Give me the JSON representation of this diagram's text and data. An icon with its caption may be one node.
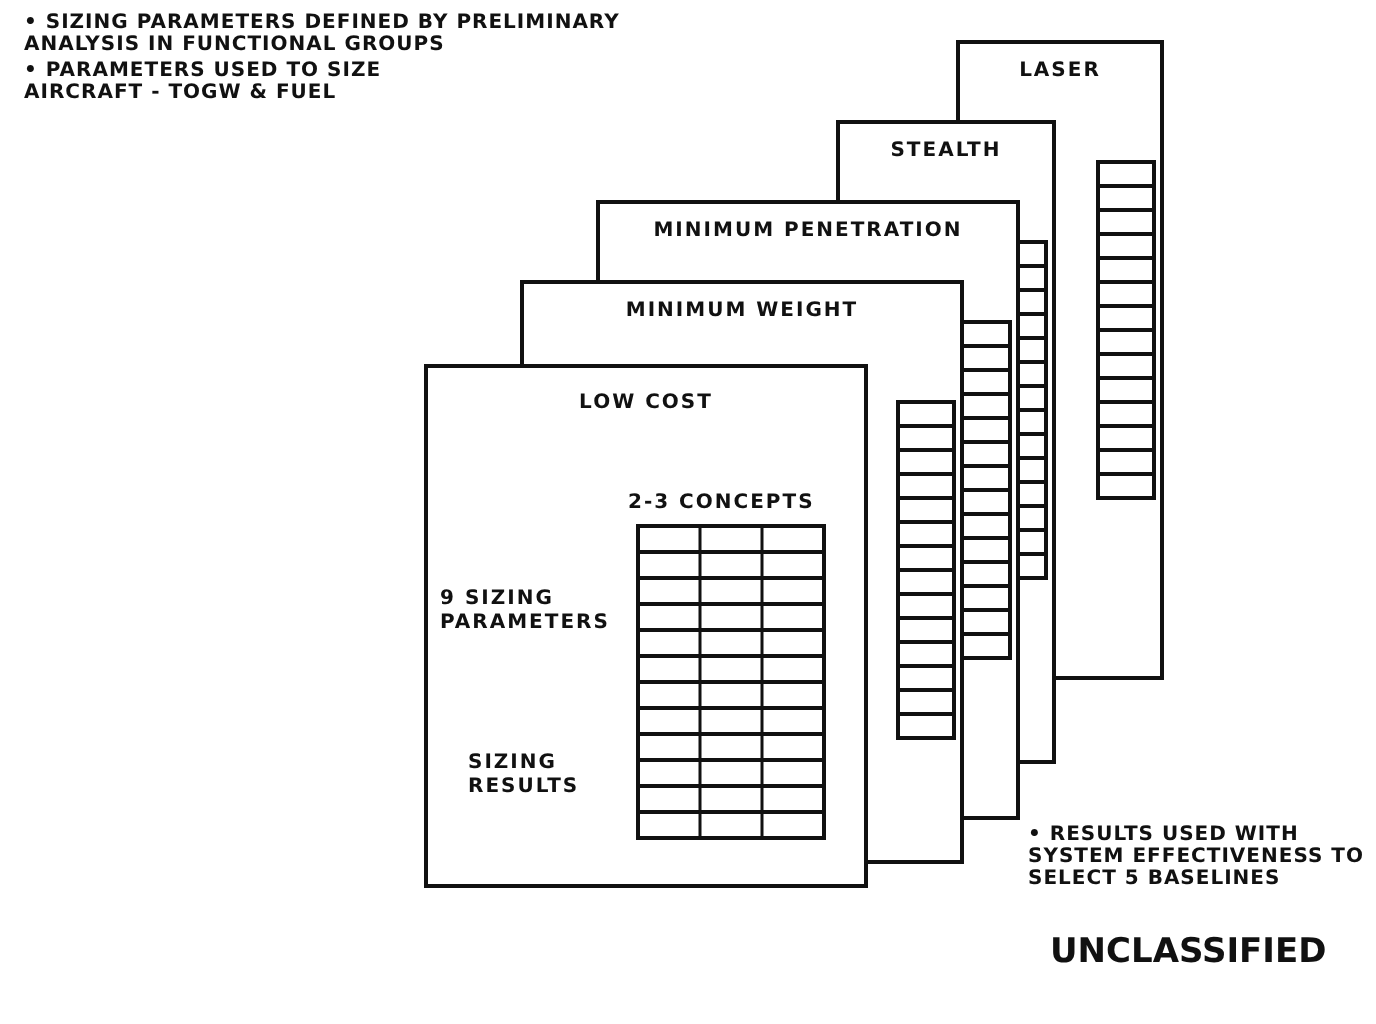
{
  "diagram": {
    "nodes": [
      {
        "text": [
          "LASER"
        ]
      },
      {
        "text": [
          "STEALTH"
        ]
      },
      {
        "text": [
          "MINIMUM PENETRATION"
        ]
      },
      {
        "text": [
          "MINIMUM WEIGHT"
        ]
      },
      {
        "text": [
          "LOW COST",
          "2-3 CONCEPTS",
          "9 SIZING PARAMETERS",
          "SIZING RESULTS"
        ]
      }
    ],
    "labels": [
      "• SIZING PARAMETERS DEFINED BY PRELIMINARY ANALYSIS IN FUNCTIONAL GROUPS",
      "• PARAMETERS USED TO SIZE AIRCRAFT - TOGW & FUEL",
      "• RESULTS USED WITH SYSTEM EFFECTIVENESS TO SELECT 5 BASELINES",
      "UNCLASSIFIED"
    ]
  }
}
